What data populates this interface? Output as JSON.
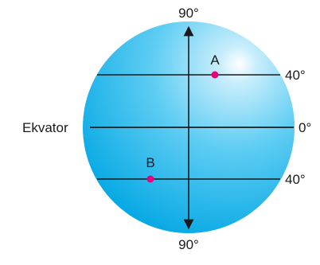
{
  "labels": {
    "top_pole": "90°",
    "bottom_pole": "90°",
    "equator": "Ekvator",
    "equator_degree": "0°",
    "north_latitude": "40°",
    "south_latitude": "40°"
  },
  "points": [
    {
      "name": "A",
      "color": "#e6007e"
    },
    {
      "name": "B",
      "color": "#e6007e"
    }
  ],
  "colors": {
    "globe_light": "#aee6fb",
    "globe_mid": "#3dc4f0",
    "globe_dark": "#00a9e6",
    "line": "#1a1a1a",
    "point": "#e6007e"
  }
}
